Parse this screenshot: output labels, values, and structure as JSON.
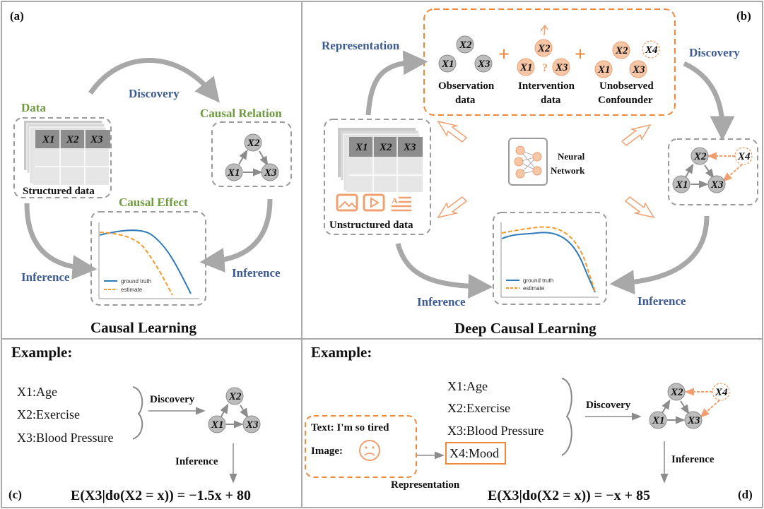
{
  "panels": {
    "a": {
      "tag": "(a)",
      "title": "Causal Learning"
    },
    "b": {
      "tag": "(b)",
      "title": "Deep Causal Learning"
    },
    "c": {
      "tag": "(c)",
      "example_title": "Example:"
    },
    "d": {
      "tag": "(d)",
      "example_title": "Example:"
    }
  },
  "labels": {
    "data": "Data",
    "discovery": "Discovery",
    "causal_relation": "Causal Relation",
    "causal_effect": "Causal Effect",
    "inference": "Inference",
    "structured_data": "Structured data",
    "unstructured_data": "Unstructured data",
    "representation": "Representation",
    "observation_data_line1": "Observation",
    "observation_data_line2": "data",
    "intervention_data_line1": "Intervention",
    "intervention_data_line2": "data",
    "unobserved_line1": "Unobserved",
    "unobserved_line2": "Confounder",
    "neural_line1": "Neural",
    "neural_line2": "Network",
    "question_mark": "?"
  },
  "table_headers": [
    "X1",
    "X2",
    "X3"
  ],
  "nodes": {
    "x1": "X1",
    "x2": "X2",
    "x3": "X3",
    "x4": "X4"
  },
  "legend": {
    "ground_truth": "ground truth",
    "estimate": "estimate"
  },
  "example_c": {
    "vars": [
      "X1:Age",
      "X2:Exercise",
      "X3:Blood Pressure"
    ],
    "equation": "E(X3|do(X2 = x)) = −1.5x + 80"
  },
  "example_d": {
    "vars": [
      "X1:Age",
      "X2:Exercise",
      "X3:Blood Pressure",
      "X4:Mood"
    ],
    "text_input": "Text: I'm  so tired",
    "image_input": "Image:",
    "equation": "E(X3|do(X2 = x)) = −x + 85"
  },
  "colors": {
    "grid": "#aaaaaa",
    "node_gray": "#bcbcbc",
    "node_orange": "#f6c6a6",
    "orange": "#f0883c",
    "curve_blue": "#2f7ab8",
    "curve_orange": "#f59a2d",
    "arrow_gray": "#a8a8a8",
    "blue_text": "#3d5a92",
    "green_text": "#6d9a3e"
  }
}
